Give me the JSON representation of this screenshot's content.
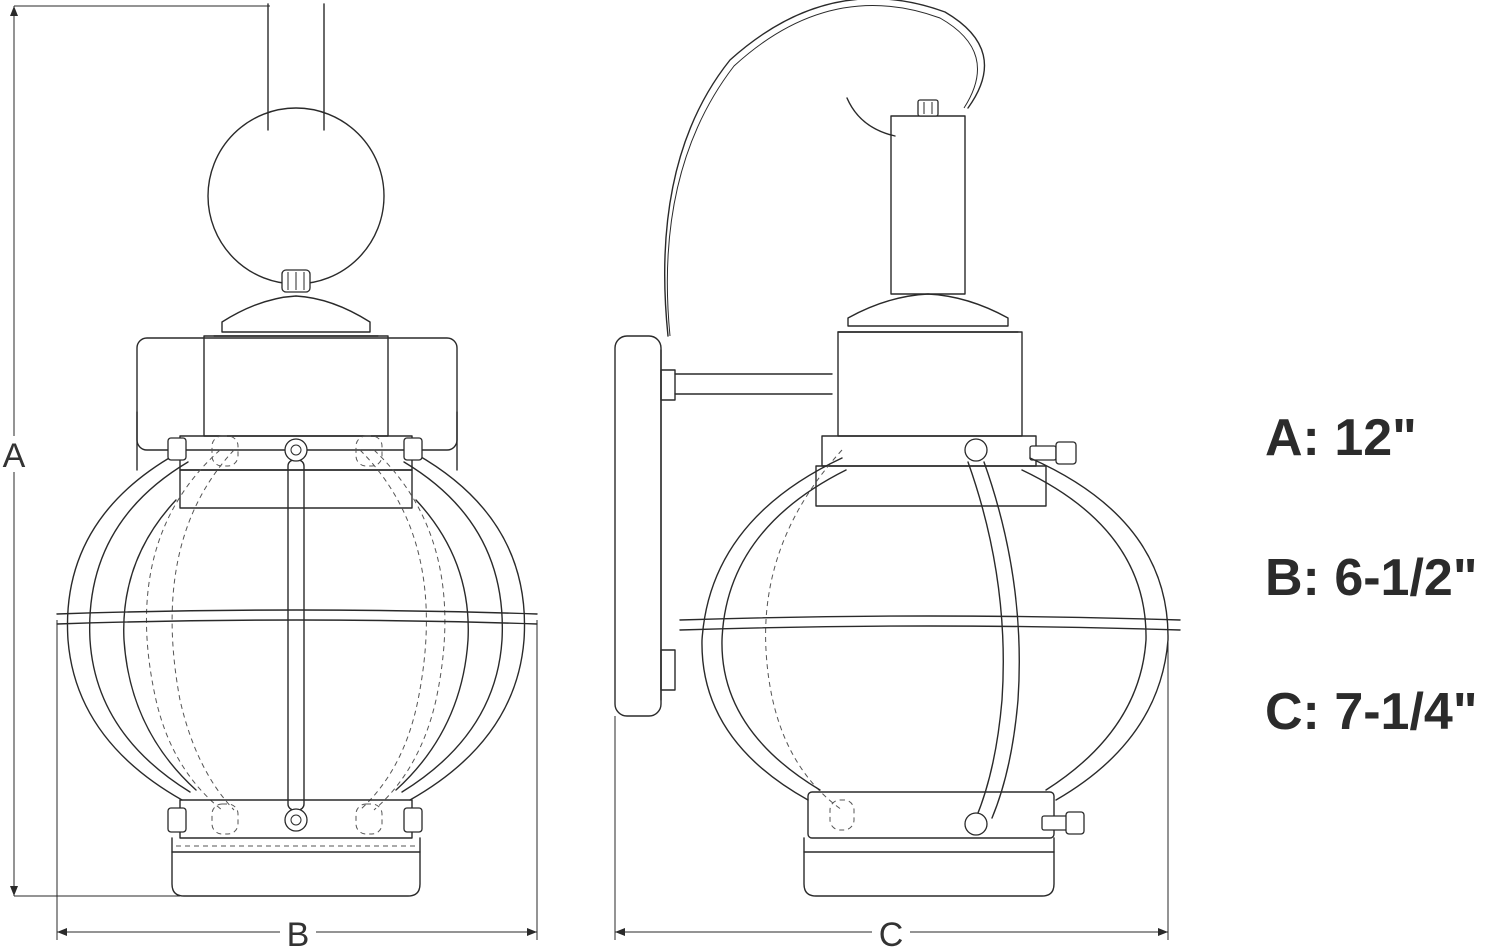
{
  "dimension_labels": {
    "height": "A",
    "width_front": "B",
    "depth_side": "C"
  },
  "legend": [
    {
      "text": "A: 12\""
    },
    {
      "text": "B: 6-1/2\""
    },
    {
      "text": "C: 7-1/4\""
    }
  ],
  "colors": {
    "line": "#2a2a2a",
    "text": "#2b2b2b",
    "background": "#ffffff"
  }
}
